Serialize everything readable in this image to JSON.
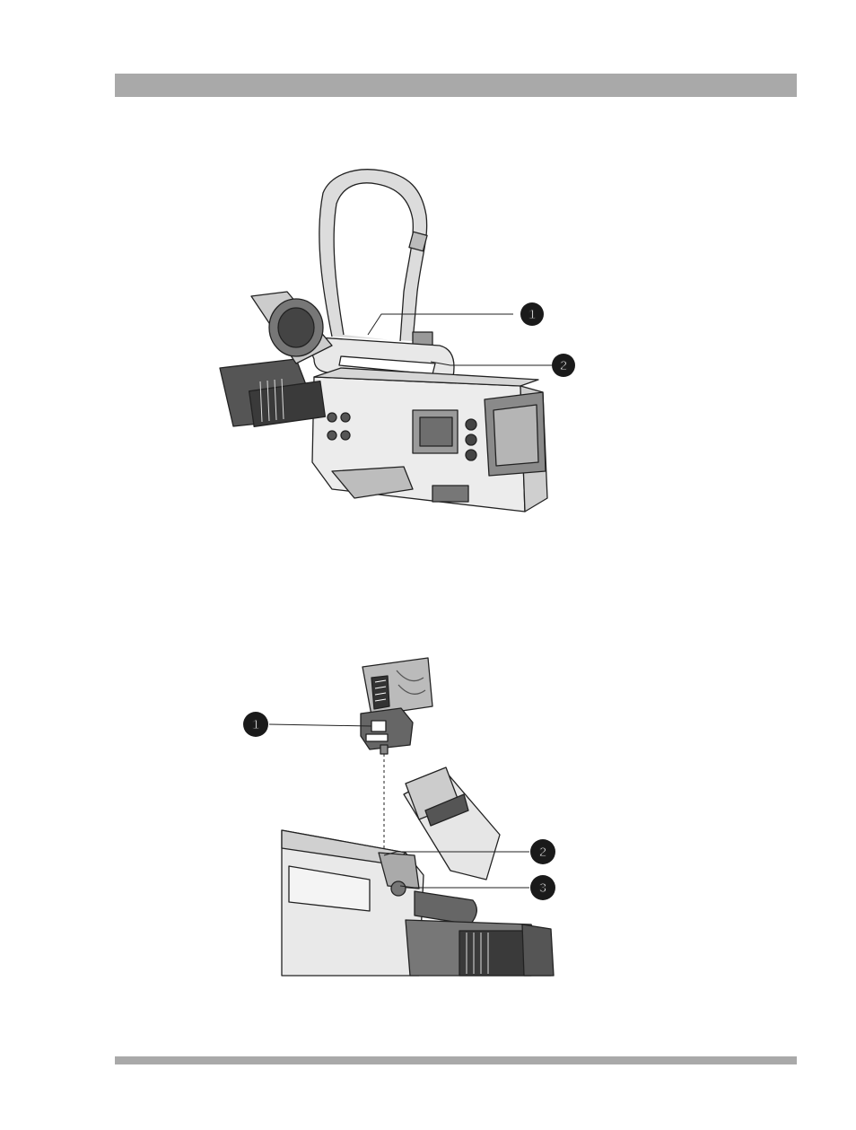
{
  "figure_top": {
    "callouts": [
      "1",
      "2"
    ]
  },
  "figure_bottom": {
    "callouts": [
      "1",
      "2",
      "3"
    ]
  }
}
